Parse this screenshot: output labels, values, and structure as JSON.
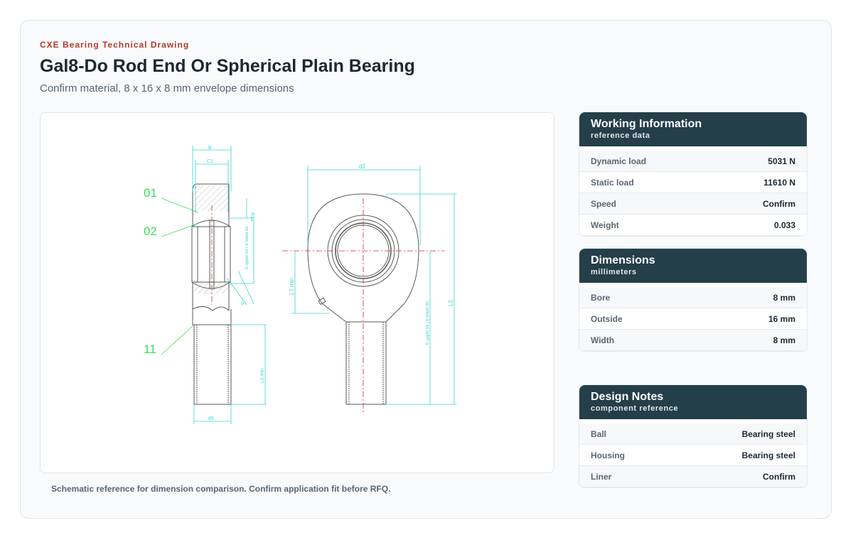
{
  "header": {
    "eyebrow": "CXE Bearing Technical Drawing",
    "title": "Gal8-Do Rod End Or Spherical Plain Bearing",
    "subtitle": "Confirm material, 8 x 16 x 8 mm envelope dimensions"
  },
  "drawing": {
    "callouts": [
      "01",
      "02",
      "11"
    ],
    "labels": {
      "B": "B",
      "C1": "C1",
      "r1s": "R1s",
      "d_tol": "d upper tol / d lower tol",
      "alpha": "α",
      "d3": "d3",
      "L1": "L1 min",
      "d2": "d2",
      "L7": "L7 min",
      "L2": "L2",
      "h_tol": "h upper tol / h lower tol"
    },
    "colors": {
      "outline": "#5a5a5a",
      "dimension": "#36d6d0",
      "callout": "#3ddc5c",
      "center": "#c9302c"
    }
  },
  "caption": "Schematic reference for dimension comparison. Confirm application fit before RFQ.",
  "panels": {
    "working": {
      "title": "Working Information",
      "subtitle": "reference data",
      "rows": [
        {
          "label": "Dynamic load",
          "value": "5031 N"
        },
        {
          "label": "Static load",
          "value": "11610 N"
        },
        {
          "label": "Speed",
          "value": "Confirm"
        },
        {
          "label": "Weight",
          "value": "0.033"
        }
      ]
    },
    "dimensions": {
      "title": "Dimensions",
      "subtitle": "millimeters",
      "rows": [
        {
          "label": "Bore",
          "value": "8 mm"
        },
        {
          "label": "Outside",
          "value": "16 mm"
        },
        {
          "label": "Width",
          "value": "8 mm"
        }
      ]
    },
    "design": {
      "title": "Design Notes",
      "subtitle": "component reference",
      "rows": [
        {
          "label": "Ball",
          "value": "Bearing steel"
        },
        {
          "label": "Housing",
          "value": "Bearing steel"
        },
        {
          "label": "Liner",
          "value": "Confirm"
        }
      ]
    }
  }
}
